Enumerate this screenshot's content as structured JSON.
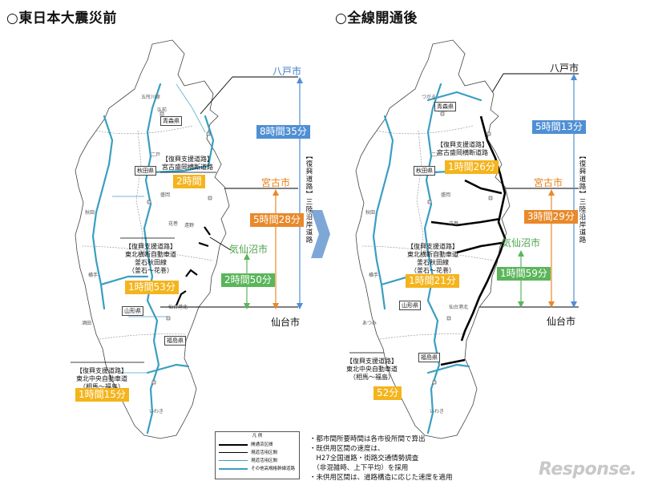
{
  "before": {
    "title": "○東日本大震災前",
    "cities": {
      "hachinohe": "八戸市",
      "miyako": "宮古市",
      "kesennuma": "気仙沼市",
      "sendai": "仙台市"
    },
    "times": {
      "hachinohe": "8時間35分",
      "miyako": "5時間28分",
      "kesennuma": "2時間50分",
      "miyako_mori": "2時間",
      "kamaishi": "1時間53分",
      "soma": "1時間15分"
    },
    "roads": {
      "miyako_mori": [
        "【復興支援道路】",
        "宮古盛岡横断道路"
      ],
      "kamaishi": [
        "【復興支援道路】",
        "東北横断自動車道",
        "釜石秋田線",
        "（釜石～花巻）"
      ],
      "soma": [
        "【復興支援道路】",
        "東北中央自動車道",
        "（相馬～福島）"
      ]
    },
    "vertical_label": "【復興道路】三陸沿岸道路",
    "prefs": {
      "aomori": "青森県",
      "akita": "秋田県",
      "yamagata": "山形県",
      "fukushima": "福島県"
    }
  },
  "after": {
    "title": "○全線開通後",
    "cities": {
      "hachinohe": "八戸市",
      "miyako": "宮古市",
      "kesennuma": "気仙沼市",
      "sendai": "仙台市"
    },
    "times": {
      "hachinohe": "5時間13分",
      "miyako": "3時間29分",
      "kesennuma": "1時間59分",
      "miyako_mori": "1時間26分",
      "kamaishi": "1時間21分",
      "soma": "52分"
    },
    "roads": {
      "miyako_mori": [
        "【復興支援道路】",
        "宮古盛岡横断道路"
      ],
      "kamaishi": [
        "【復興支援道路】",
        "東北横断自動車道",
        "釜石秋田線",
        "（釜石～花巻）"
      ],
      "soma": [
        "【復興支援道路】",
        "東北中央自動車道",
        "（相馬～福島）"
      ]
    },
    "vertical_label": "【復興道路】三陸沿岸道路",
    "prefs": {
      "aomori": "青森県",
      "akita": "秋田県",
      "yamagata": "山形県",
      "fukushima": "福島県"
    }
  },
  "legend": {
    "title": "凡 例",
    "items": [
      "開通済区間",
      "現道活用区間",
      "現道活用区間",
      "その他高規格幹線道路"
    ]
  },
  "notes": [
    "・都市間所要時間は各市役所間で算出",
    "・既供用区間の速度は、",
    "　H27全国道路・街路交通情勢調査",
    "　（非混雑時、上下平均）を採用",
    "・未供用区間は、道路構造に応じた速度を適用"
  ],
  "watermark": "Response.",
  "colors": {
    "blue": "#3e7fc6",
    "orange": "#e58119",
    "green": "#4aa44a",
    "road": "#3a9ec2",
    "yellow": "#f4b41c"
  }
}
